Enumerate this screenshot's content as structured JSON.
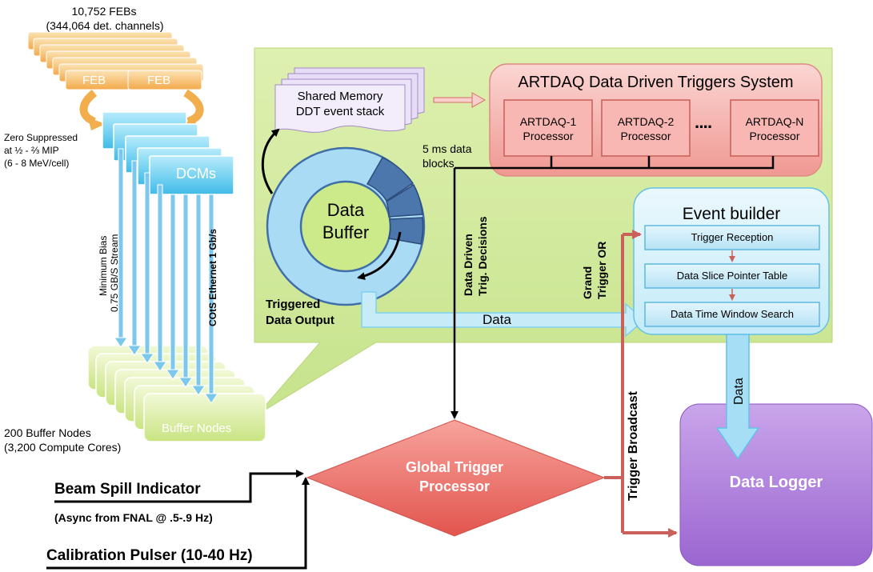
{
  "febs": {
    "count": "10,752 FEBs",
    "channels": "(344,064 det. channels)",
    "label_left": "FEB",
    "label_right": "FEB"
  },
  "zero_suppressed": [
    "Zero Suppressed",
    "at ½ - ⅔ MIP",
    "(6 - 8 MeV/cell)"
  ],
  "dcms": {
    "label": "DCMs"
  },
  "streams": {
    "min_bias_1": "Minimum Bias",
    "min_bias_2": "0.75 GB/S Stream",
    "cots": "COtS Ethernet 1 Gb/s"
  },
  "buffer_nodes": {
    "label": "Buffer Nodes",
    "count": "200 Buffer Nodes",
    "cores": "(3,200 Compute Cores)"
  },
  "shared_memory": {
    "line1": "Shared Memory",
    "line2": "DDT event stack"
  },
  "artdaq": {
    "title": "ARTDAQ Data Driven Triggers System",
    "processors": [
      {
        "name": "ARTDAQ-1",
        "sub": "Processor"
      },
      {
        "name": "ARTDAQ-2",
        "sub": "Processor"
      },
      {
        "name": "ARTDAQ-N",
        "sub": "Processor"
      }
    ],
    "ellipsis": "····"
  },
  "data_buffer": {
    "line1": "Data",
    "line2": "Buffer",
    "blocks": [
      "5 ms data",
      "blocks"
    ]
  },
  "triggered_output": {
    "line1": "Triggered",
    "line2": "Data Output"
  },
  "data_arrow_label": "Data",
  "ddt_decisions": {
    "line1": "Data Driven",
    "line2": "Trig. Decisions"
  },
  "grand_trigger": {
    "line1": "Grand",
    "line2": "Trigger OR"
  },
  "event_builder": {
    "title": "Event builder",
    "steps": [
      "Trigger Reception",
      "Data Slice Pointer Table",
      "Data Time Window Search"
    ]
  },
  "data_down_label": "Data",
  "trigger_broadcast": "Trigger Broadcast",
  "global_trigger": {
    "line1": "Global Trigger",
    "line2": "Processor"
  },
  "data_logger": "Data Logger",
  "beam_spill": {
    "title": "Beam Spill Indicator",
    "sub": "(Async from FNAL @ .5-.9 Hz)"
  },
  "calibration": "Calibration Pulser (10-40 Hz)",
  "colors": {
    "feb": "#f6b85a",
    "dcm": "#5bc8ee",
    "buffer_node": "#d6ec9a",
    "green_panel": "#d3eaa0",
    "artdaq": "#f4a6a3",
    "event_builder": "#d5f1fb",
    "global_trigger": "#e8645e",
    "data_logger": "#a97ad6",
    "trigger_line": "#c9605a"
  }
}
